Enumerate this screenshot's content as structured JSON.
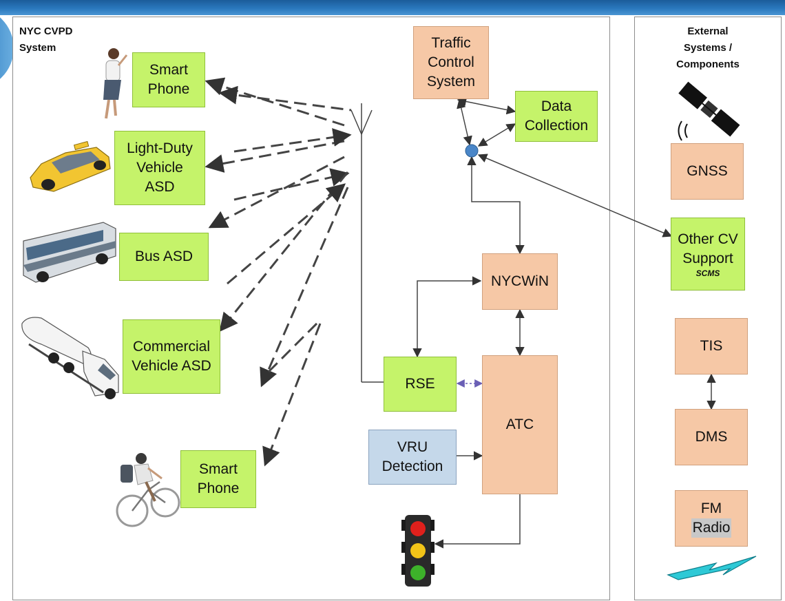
{
  "panels": {
    "main_title": "NYC CVPD\nSystem",
    "external_title": "External\nSystems /\nComponents"
  },
  "boxes": {
    "smart_phone_1": "Smart\nPhone",
    "light_duty": "Light-Duty\nVehicle\nASD",
    "bus": "Bus ASD",
    "commercial": "Commercial\nVehicle ASD",
    "smart_phone_2": "Smart\nPhone",
    "traffic_control": "Traffic\nControl\nSystem",
    "data_collection": "Data\nCollection",
    "nycwin": "NYCWiN",
    "rse": "RSE",
    "atc": "ATC",
    "vru": "VRU\nDetection",
    "gnss": "GNSS",
    "other_cv": "Other CV\nSupport",
    "other_cv_sub": "SCMS",
    "tis": "TIS",
    "dms": "DMS",
    "fm": "FM",
    "radio": "Radio"
  },
  "colors": {
    "green": "#c5f36a",
    "peach": "#f6c8a6",
    "blue": "#c5d8ea",
    "hub": "#4a86c8"
  },
  "icons": [
    "pedestrian-icon",
    "taxi-icon",
    "bus-icon",
    "tanker-truck-icon",
    "cyclist-icon",
    "antenna-icon",
    "satellite-icon",
    "traffic-light-icon",
    "radio-wave-icon"
  ]
}
